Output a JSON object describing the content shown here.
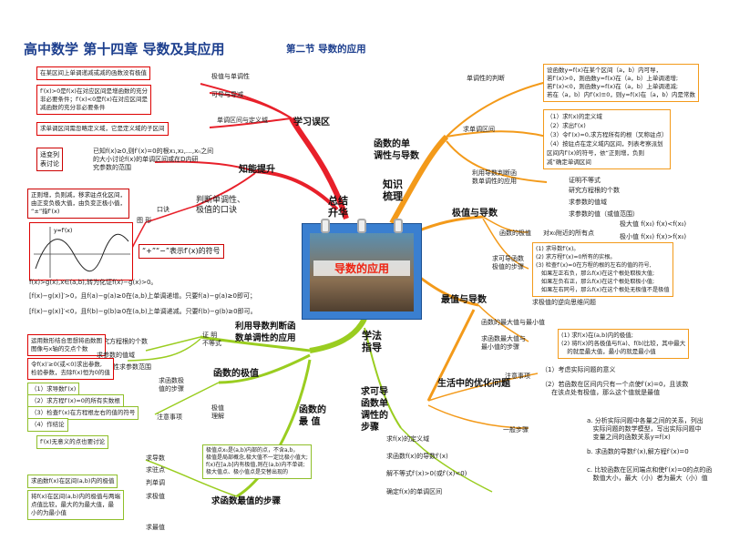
{
  "title": "高中数学 第十四章 导数及其应用",
  "subtitle": "第二节 导数的应用",
  "center": {
    "label": "导数的应用"
  },
  "hubs": {
    "summary": "总结\n升华",
    "knowledge": "知识\n梳理",
    "method": "学法\n指导"
  },
  "left_top": {
    "branch": "学习误区",
    "items": [
      {
        "label": "极值与单调性",
        "text": "在某区间上单调递减或减的函数没有极值"
      },
      {
        "label": "可导与导减",
        "text": "f′(x)>0是f(x)在对应区间是增函数的充分\n非必要条件；f′(x)<0是f(x)在对应区间是\n减函数的充分非必要条件"
      },
      {
        "label": "单调区间与定义域",
        "text": "求单调区间需忽略定义域，它是定义域的子区间"
      }
    ]
  },
  "left_mid": {
    "branch": "知能提升",
    "tag": "适变列\n表讨论",
    "tag_text": "已知f(x)≥0,则f′(x)=0的根x₁,x₂,…,xₙ之间\n的大小讨论f(x)的单调区间或在D内研\n究参数的范围",
    "judge": "判断单调性、\n极值的口诀",
    "mnemonic": "正则增，负则减，移求驻点化区间，\n由正变负极大值，由负变正极小值，\n“±”指f′(x)",
    "mnemonic_label": "口诀",
    "graph_label": "图 形",
    "sign_text": "“+”“−”表示f′(x)的符号",
    "f_label": "y=f′(x)"
  },
  "left_formulas": [
    "f(x)>g(x),x∈(a,b),转为化证f(x)−g(x)>0。",
    "[f(x)−g(x)]′>0，且f(a)−g(a)≥0在(a,b)上单调递增。只要f(a)−g(a)≥0即可；",
    "[f(x)−g(x)]′<0，且f(b)−g(b)≥0在(a,b)上单调递减。只要f(b)−g(b)≥0即可。"
  ],
  "left_lower": {
    "branch": "利用导数判断函\n数单调性的应用",
    "proof": "证 明\n不等式",
    "items": [
      {
        "label": "研究方程根的个数",
        "text": "运用数形结合思想将函数图\n图像与x轴的交点个数"
      },
      {
        "label": "求参数的值域",
        "text": ""
      },
      {
        "label": "已知单调性求参数范围",
        "text": "令f(x)′≥0(或<0)求出参数,\n检验参数，去除f(x)恒为0的值"
      }
    ]
  },
  "extremum": {
    "branch": "函数的极值",
    "steps_title": "求函数极\n值的步骤",
    "steps": [
      "（1）求导数f′(x)",
      "（2）求方程f′(x)=0的所有实数根",
      "（3）检查f′(x)在方程根左右的值的符号",
      "（4）作结论"
    ],
    "note_title": "注意事项",
    "note": "f′(x)无意义的点也要讨论",
    "extreme_label": "极值\n理解"
  },
  "maxval": {
    "branch": "函数的\n最 值",
    "box": "极值点x₀是(a,b)内部的点，不含a,b，\n极值是局部概念,极大值不一定比极小值大;\nf(x)在[a,b]内有极值,则在(a,b)内不单调;\n极大值点、极小值点是交替出现的",
    "steps_title": "求函数最值的步骤",
    "labels": [
      "求导数",
      "求驻点",
      "判单调",
      "求极值",
      "求最值"
    ],
    "t1": "求函数f(x)在区间(a,b)内的极值",
    "t2": "将f(x)在区间(a,b)内的极值与两端\n点值比较，最大的为最大值，最\n小的为最小值"
  },
  "right_top": {
    "branch": "函数的单\n调性与导数",
    "mono_label": "单调性的判断",
    "mono_box": "设函数y=f(x)在某个区间（a，b）内可导，\n若f′(x)>0，则函数y=f(x)在（a，b）上单调递增;\n若f′(x)<0，则函数y=f(x)在（a，b）上单调递减;\n若在（a，b）内f′(x)≡0，则y=f(x)在（a，b）内是常数",
    "interval_label": "求单调区间",
    "interval_steps": "（1）求f(x)的定义域\n（2）求出f′(x)\n（3）令f′(x)=0,求方程所有的根（叉称驻点）\n（4）按驻点在定义域内区间，列表考察派划\n区间内f′(x)的符号，依“正则增，负则\n减”确定单调区间",
    "apply_label": "利用导数判断函\n数单调性的应用",
    "apply_items": [
      "证明不等式",
      "研究方程根的个数",
      "求参数的值域",
      "求参数的值（或值范围）"
    ]
  },
  "right_mid": {
    "branch": "极值与导数",
    "concept": "函数的极值",
    "concept_sub": "对x₀附近的所有点",
    "max_line": "极大值 f(x₀)   f(x)<f(x₀)",
    "min_line": "极小值 f(x₀)   f(x)>f(x₀)",
    "steps_label": "求可导函数\n极值的步骤",
    "steps_box": "(1) 求导数f′(x)。\n(2) 求方程f′(x)=0所有的实根。\n(3) 检查f′(x)=0在方程的根的左右的值的符号,\n   如果左正右负，那么f(x)在这个根处取极大值;\n   如果左负右正，那么f(x)在这个根处取极小值;\n   如果左右同号，那么f(x)在这个根处无极值不是极值",
    "inverse": "求极值的逆向思维问题",
    "max_branch": "最值与导数",
    "max_item1": "函数的最大值与最小值",
    "max_item2": "求函数最大值与\n最小值的步骤",
    "max_box": "(1) 求f(x)在(a,b)内的极值;\n(2) 将f(x)的各极值与f(a)、f(b)比较，其中最大\n   的就是最大值，最小的就是最小值"
  },
  "right_low": {
    "branch": "生活中的优化问题",
    "note_label": "注意事项",
    "notes": [
      "（1）考虑实际问题的意义",
      "（2）若函数在区间内只有一个点使f′(x)=0，且该数\n     在该点处有极值，那么这个值就是最值"
    ],
    "general_label": "一般步骤",
    "general": [
      "a. 分析实际问题中各量之间的关系，列出\n   实际问题的数学模型，写出实际问题中\n   变量之间的函数关系y=f(x)",
      "b. 求函数的导数f′(x),解方程f′(x)=0",
      "c. 比较函数在区间端点和使f′(x)=0的点的函\n   数值大小，最大（小）者为最大（小）值"
    ]
  },
  "method_side": {
    "branch": "求可导\n函数单\n调性的\n步骤",
    "steps": [
      "求f(x)的定义域",
      "求函数f(x)的导数f′(x)",
      "解不等式f′(x)>0(或f′(x)<0)",
      "确定f(x)的单调区间"
    ]
  }
}
